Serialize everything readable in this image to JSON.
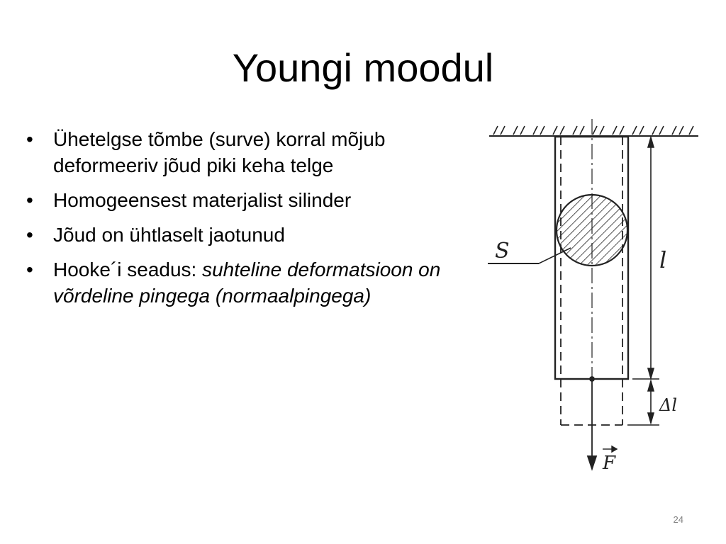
{
  "slide": {
    "title": "Youngi moodul",
    "number": "24"
  },
  "bullets": [
    {
      "text": "Ühetelgse tõmbe (surve) korral mõjub deformeeriv jõud piki keha telge"
    },
    {
      "text": "Homogeensest materjalist silinder"
    },
    {
      "text": "Jõud on ühtlaselt jaotunud"
    },
    {
      "plain": "Hooke´i seadus: ",
      "italic": "suhteline deformatsioon on võrdeline pingega (normaalpingega)"
    }
  ],
  "figure": {
    "label_area": "S",
    "label_length": "l",
    "label_elongation": "Δl",
    "label_force": "F"
  },
  "colors": {
    "text": "#000000",
    "drawing": "#222222",
    "slide_number": "#7f7f7f"
  }
}
